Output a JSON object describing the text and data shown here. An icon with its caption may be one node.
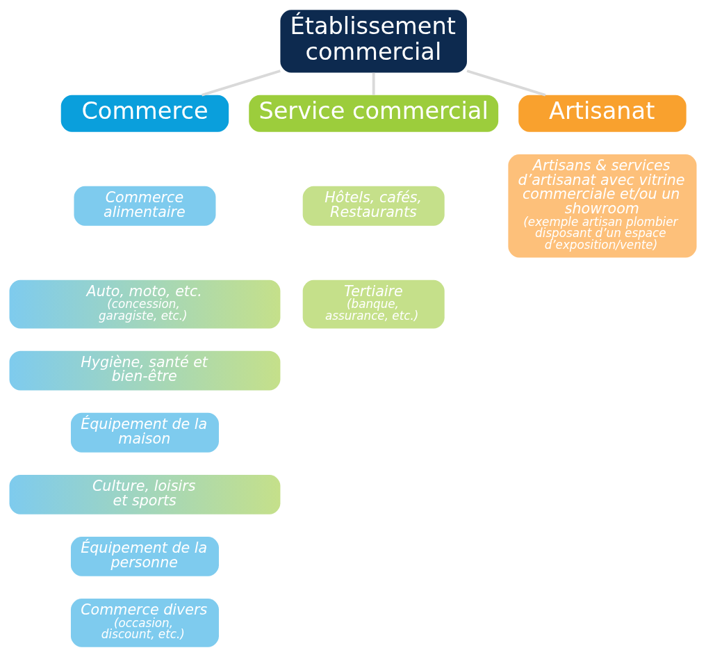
{
  "diagram": {
    "nodes": [
      {
        "text": [
          "Établissement commercial"
        ]
      },
      {
        "text": [
          "Commerce"
        ]
      },
      {
        "text": [
          "Service commercial"
        ]
      },
      {
        "text": [
          "Artisanat"
        ]
      },
      {
        "text": [
          "Commerce alimentaire"
        ]
      },
      {
        "text": [
          "Hôtels, cafés, Restaurants"
        ]
      },
      {
        "text": [
          "Artisans & services d’artisanat avec vitrine commerciale et/ou un showroom",
          "(exemple artisan plombier disposant d’un espace d’exposition/vente)"
        ]
      },
      {
        "text": [
          "Auto, moto, etc.",
          "(concession, garagiste, etc.)"
        ]
      },
      {
        "text": [
          "Hygiène, santé et bien-être"
        ]
      },
      {
        "text": [
          "Équipement de la maison"
        ]
      },
      {
        "text": [
          "Tertiaire",
          "(banque, assurance, etc.)"
        ]
      },
      {
        "text": [
          "Culture, loisirs et sports"
        ]
      },
      {
        "text": [
          "Équipement de la personne"
        ]
      },
      {
        "text": [
          "Commerce divers",
          "(occasion, discount, etc.)"
        ]
      }
    ],
    "edges": [
      {
        "from": 0,
        "to": 1,
        "arrow": "none"
      },
      {
        "from": 0,
        "to": 2,
        "arrow": "none"
      },
      {
        "from": 0,
        "to": 3,
        "arrow": "none"
      }
    ]
  }
}
